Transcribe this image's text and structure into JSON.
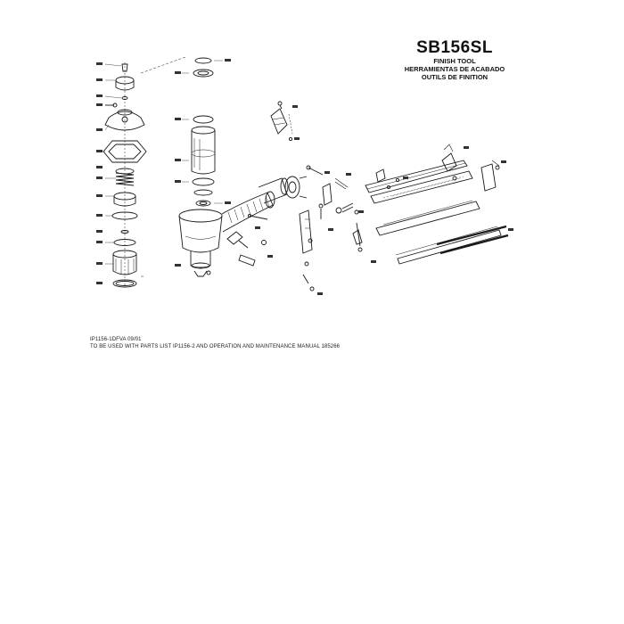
{
  "title_block": {
    "model": "SB156SL",
    "subtitle_en": "FINISH TOOL",
    "subtitle_es": "HERRAMIENTAS DE ACABADO",
    "subtitle_fr": "OUTILS DE FINITION"
  },
  "footer": {
    "doc_id": "IP1156-1DFVA 09/01",
    "usage_note": "TO BE USED WITH PARTS LIST IP1156-2 AND OPERATION AND MAINTENANCE MANUAL 185266"
  },
  "diagram": {
    "subject": "exploded-parts-view",
    "colors": {
      "ink": "#1a1a1a",
      "paper": "#ffffff"
    }
  }
}
